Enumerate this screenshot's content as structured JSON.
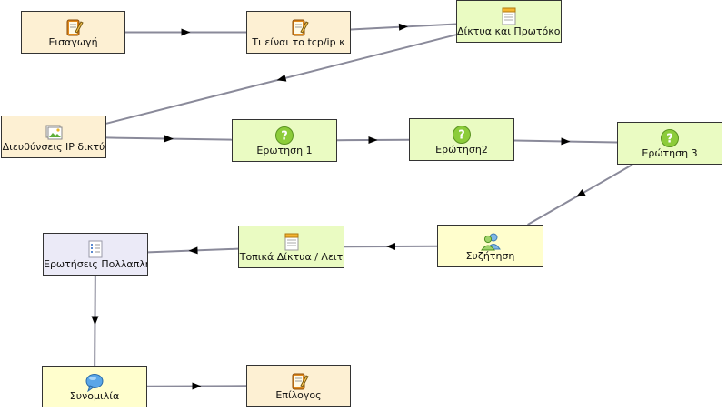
{
  "nodes": [
    {
      "id": "n1",
      "label": "Εισαγωγή",
      "icon": "notepad-pencil-icon",
      "color": "#fdf0d3"
    },
    {
      "id": "n2",
      "label": "Τι είναι το tcp/ip κ",
      "icon": "notepad-pencil-icon",
      "color": "#fdf0d3"
    },
    {
      "id": "n3",
      "label": "Δίκτυα και Πρωτόκολλ",
      "icon": "notepad-icon",
      "color": "#eafbc2"
    },
    {
      "id": "n4",
      "label": "Διευθύνσεις IP δικτύ",
      "icon": "image-icon",
      "color": "#fdf0d3"
    },
    {
      "id": "n5",
      "label": "Ερωτηση 1",
      "icon": "question-icon",
      "color": "#eafbc2"
    },
    {
      "id": "n6",
      "label": "Ερώτηση2",
      "icon": "question-icon",
      "color": "#eafbc2"
    },
    {
      "id": "n7",
      "label": "Ερώτηση 3",
      "icon": "question-icon",
      "color": "#eafbc2"
    },
    {
      "id": "n8",
      "label": "Συζήτηση",
      "icon": "users-icon",
      "color": "#fffecd"
    },
    {
      "id": "n9",
      "label": "Τοπικά Δίκτυα / Λειτ",
      "icon": "notepad-icon",
      "color": "#eafbc2"
    },
    {
      "id": "n10",
      "label": "Ερωτήσεις Πολλαπλής",
      "icon": "checklist-icon",
      "color": "#ebeaf7"
    },
    {
      "id": "n11",
      "label": "Συνομιλία",
      "icon": "chat-bubble-icon",
      "color": "#fffecd"
    },
    {
      "id": "n12",
      "label": "Επίλογος",
      "icon": "notepad-pencil-icon",
      "color": "#fdf0d3"
    }
  ],
  "edges": [
    {
      "from": "n1",
      "to": "n2"
    },
    {
      "from": "n2",
      "to": "n3"
    },
    {
      "from": "n3",
      "to": "n4"
    },
    {
      "from": "n4",
      "to": "n5"
    },
    {
      "from": "n5",
      "to": "n6"
    },
    {
      "from": "n6",
      "to": "n7"
    },
    {
      "from": "n7",
      "to": "n8"
    },
    {
      "from": "n8",
      "to": "n9"
    },
    {
      "from": "n9",
      "to": "n10"
    },
    {
      "from": "n10",
      "to": "n11"
    },
    {
      "from": "n11",
      "to": "n12"
    }
  ],
  "colors": {
    "edge": "#8a8a9a",
    "arrow": "#000000",
    "node_border": "#333333"
  }
}
